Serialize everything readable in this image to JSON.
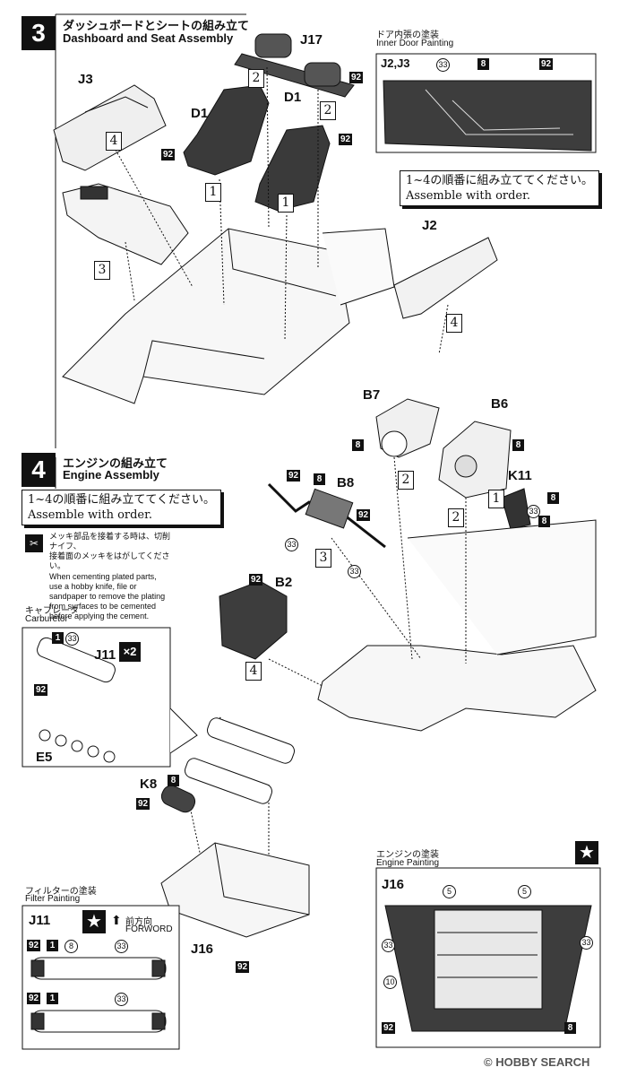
{
  "step3": {
    "number": "3",
    "title_jp": "ダッシュボードとシートの組み立て",
    "title_en": "Dashboard and Seat Assembly"
  },
  "door": {
    "title_jp": "ドア内張の塗装",
    "title_en": "Inner Door Painting",
    "part": "J2,J3",
    "c33": "33",
    "c8": "8",
    "c92": "92"
  },
  "note3": {
    "jp": "1~4の順番に組み立ててください。",
    "en": "Assemble with order."
  },
  "parts3": {
    "j17": "J17",
    "j3": "J3",
    "d1a": "D1",
    "d1b": "D1",
    "j2": "J2",
    "b92a": "92",
    "b92b": "92",
    "b92c": "92",
    "o2a": "2",
    "o2b": "2",
    "o1a": "1",
    "o1b": "1",
    "o4a": "4",
    "o4b": "4",
    "o3": "3"
  },
  "step4": {
    "number": "4",
    "title_jp": "エンジンの組み立て",
    "title_en": "Engine Assembly"
  },
  "note4": {
    "jp": "1~4の順番に組み立ててください。",
    "en": "Assemble with order."
  },
  "plated": {
    "jp1": "メッキ部品を接着する時は、切削ナイフ、",
    "jp2": "接着面のメッキをはがしてください。",
    "en": "When cementing plated parts, use a hobby knife, file or sandpaper to remove the plating from surfaces to be cemented before applying the cement."
  },
  "carb": {
    "title_jp": "キャブレータ",
    "title_en": "Carburetor",
    "c1": "1",
    "c33": "33",
    "j11": "J11",
    "x2": "×2",
    "c92": "92",
    "e5": "E5"
  },
  "parts4": {
    "b7": "B7",
    "b6": "B6",
    "k11": "K11",
    "b8": "B8",
    "b2": "B2",
    "k8": "K8",
    "j16": "J16",
    "b8a": "8",
    "b8b": "8",
    "b8c": "8",
    "b8d": "8",
    "b8e": "8",
    "b8f": "8",
    "b92a": "92",
    "b92b": "92",
    "b92c": "92",
    "b92d": "92",
    "b92e": "92",
    "b33a": "33",
    "b33b": "33",
    "b33c": "33",
    "o2a": "2",
    "o2b": "2",
    "o1": "1",
    "o3": "3",
    "o4": "4"
  },
  "engine_paint": {
    "title_jp": "エンジンの塗装",
    "title_en": "Engine Painting",
    "part": "J16",
    "c5a": "5",
    "c5b": "5",
    "c33a": "33",
    "c33b": "33",
    "c10": "10",
    "c92": "92",
    "c8": "8"
  },
  "filter": {
    "title_jp": "フィルターの塗装",
    "title_en": "Filter Painting",
    "part": "J11",
    "arrow_jp": "前方向",
    "arrow_en": "FORWORD",
    "c92a": "92",
    "c1a": "1",
    "c8": "8",
    "c33a": "33",
    "c92b": "92",
    "c1b": "1",
    "c33b": "33"
  },
  "watermark": "© HOBBY SEARCH"
}
